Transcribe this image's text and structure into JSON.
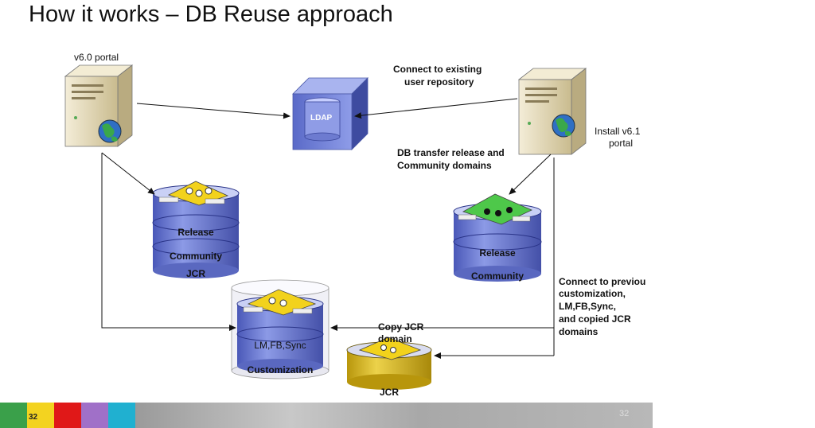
{
  "title": "How it works – DB Reuse approach",
  "nodes": {
    "v60_portal": "v6.0  portal",
    "v61_portal_line1": "Install v6.1",
    "v61_portal_line2": "portal",
    "ldap": "LDAP"
  },
  "annotations": {
    "connect_repo_line1": "Connect to existing",
    "connect_repo_line2": "user repository",
    "db_transfer_line1": "DB transfer release and",
    "db_transfer_line2": "Community domains",
    "connect_prev_line1": "Connect to previou",
    "connect_prev_line2": "customization,",
    "connect_prev_line3": "LM,FB,Sync,",
    "connect_prev_line4": "and copied JCR",
    "connect_prev_line5": "domains",
    "copy_jcr_line1": "Copy  JCR",
    "copy_jcr_line2": "domain"
  },
  "databases": {
    "old": [
      "Release",
      "Community",
      "JCR"
    ],
    "new": [
      "Release",
      "Community"
    ],
    "customization": [
      "LM,FB,Sync",
      "Customization"
    ],
    "jcr_copy": "JCR"
  },
  "footer": {
    "page_badge": "32",
    "page_number_right": "32"
  },
  "colors": {
    "db_blue": "#6f7fd0",
    "db_gold": "#d4b21a",
    "server_body": "#e4d9b8"
  }
}
